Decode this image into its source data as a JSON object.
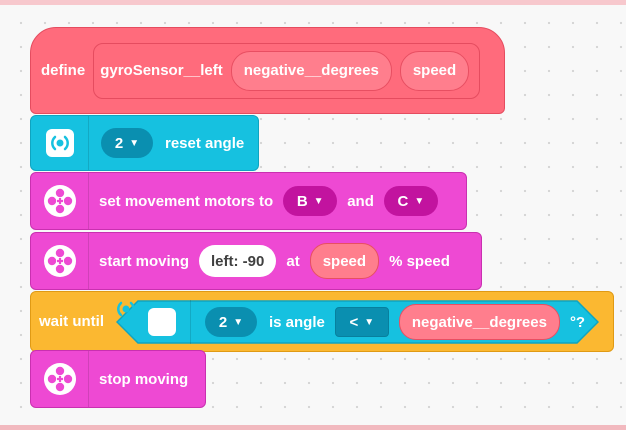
{
  "define_block": {
    "keyword": "define",
    "name": "gyroSensor__left",
    "params": [
      "negative__degrees",
      "speed"
    ]
  },
  "reset_block": {
    "icon": "gyro-sensor-icon",
    "port": "2",
    "label": "reset angle"
  },
  "set_motors_block": {
    "icon": "move-motors-icon",
    "label": "set movement motors to",
    "port_a": "B",
    "joiner": "and",
    "port_b": "C"
  },
  "start_moving_block": {
    "icon": "move-motors-icon",
    "label": "start moving",
    "direction": "left: -90",
    "at_label": "at",
    "speed_param": "speed",
    "speed_suffix": "% speed"
  },
  "wait_block": {
    "label": "wait until",
    "condition": {
      "icon": "gyro-sensor-icon",
      "port": "2",
      "label": "is angle",
      "operator": "<",
      "value_param": "negative__degrees",
      "unit": "°?"
    }
  },
  "stop_block": {
    "icon": "move-motors-icon",
    "label": "stop moving"
  },
  "colors": {
    "define": "#ff6b7c",
    "sensor": "#16c1e0",
    "movement": "#ee49d3",
    "control": "#fbb831",
    "dropdown_cyan": "#0a8fb0",
    "dropdown_magenta": "#c2139f"
  }
}
